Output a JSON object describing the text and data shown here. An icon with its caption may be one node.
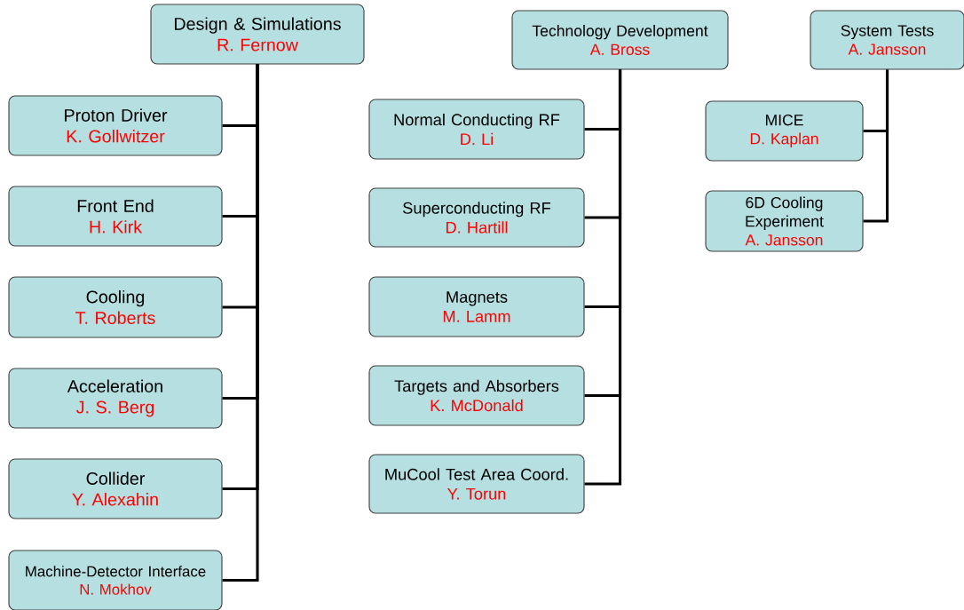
{
  "diagram": {
    "nodes": [
      {
        "text": [
          "Design & Simulations",
          "R. Fernow"
        ]
      },
      {
        "text": [
          "Proton Driver",
          "K. Gollwitzer"
        ]
      },
      {
        "text": [
          "Front End",
          "H. Kirk"
        ]
      },
      {
        "text": [
          "Cooling",
          "T. Roberts"
        ]
      },
      {
        "text": [
          "Acceleration",
          "J. S. Berg"
        ]
      },
      {
        "text": [
          "Collider",
          "Y. Alexahin"
        ]
      },
      {
        "text": [
          "Machine-Detector Interface",
          "N. Mokhov"
        ]
      },
      {
        "text": [
          "Technology Development",
          "A. Bross"
        ]
      },
      {
        "text": [
          "Normal Conducting RF",
          "D. Li"
        ]
      },
      {
        "text": [
          "Superconducting RF",
          "D. Hartill"
        ]
      },
      {
        "text": [
          "Magnets",
          "M. Lamm"
        ]
      },
      {
        "text": [
          "Targets and Absorbers",
          "K. McDonald"
        ]
      },
      {
        "text": [
          "MuCool Test Area Coord.",
          "Y. Torun"
        ]
      },
      {
        "text": [
          "System Tests",
          "A. Jansson"
        ]
      },
      {
        "text": [
          "MICE",
          "D. Kaplan"
        ]
      },
      {
        "text": [
          "6D Cooling Experiment",
          "A. Jansson"
        ]
      }
    ],
    "edges": [
      {
        "from": 0,
        "to": 1,
        "arrow": "none"
      },
      {
        "from": 0,
        "to": 2,
        "arrow": "none"
      },
      {
        "from": 0,
        "to": 3,
        "arrow": "none"
      },
      {
        "from": 0,
        "to": 4,
        "arrow": "none"
      },
      {
        "from": 0,
        "to": 5,
        "arrow": "none"
      },
      {
        "from": 0,
        "to": 6,
        "arrow": "none"
      },
      {
        "from": 7,
        "to": 8,
        "arrow": "none"
      },
      {
        "from": 7,
        "to": 9,
        "arrow": "none"
      },
      {
        "from": 7,
        "to": 10,
        "arrow": "none"
      },
      {
        "from": 7,
        "to": 11,
        "arrow": "none"
      },
      {
        "from": 7,
        "to": 12,
        "arrow": "none"
      },
      {
        "from": 13,
        "to": 14,
        "arrow": "none"
      },
      {
        "from": 13,
        "to": 15,
        "arrow": "none"
      }
    ]
  }
}
